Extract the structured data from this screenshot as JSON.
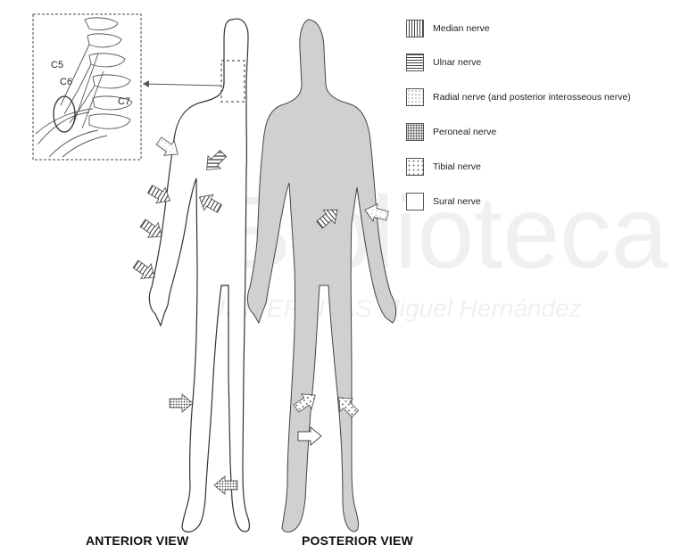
{
  "legend": [
    {
      "label": "Median nerve",
      "pattern": "median"
    },
    {
      "label": "Ulnar nerve",
      "pattern": "ulnar"
    },
    {
      "label": "Radial nerve  (and posterior interosseous nerve)",
      "pattern": "radial"
    },
    {
      "label": "Peroneal nerve",
      "pattern": "peroneal"
    },
    {
      "label": "Tibial nerve",
      "pattern": "tibial"
    },
    {
      "label": "Sural nerve",
      "pattern": "sural"
    }
  ],
  "inset": {
    "labels": [
      "C5",
      "C6",
      "C7"
    ]
  },
  "views": {
    "anterior": "ANTERIOR VIEW",
    "posterior": "POSTERIOR VIEW"
  },
  "watermark": {
    "big": "Biblioteca",
    "small": "UNIVERSITAS Miguel Hernández"
  },
  "colors": {
    "posterior_fill": "#d0d0d0",
    "outline": "#333333"
  }
}
